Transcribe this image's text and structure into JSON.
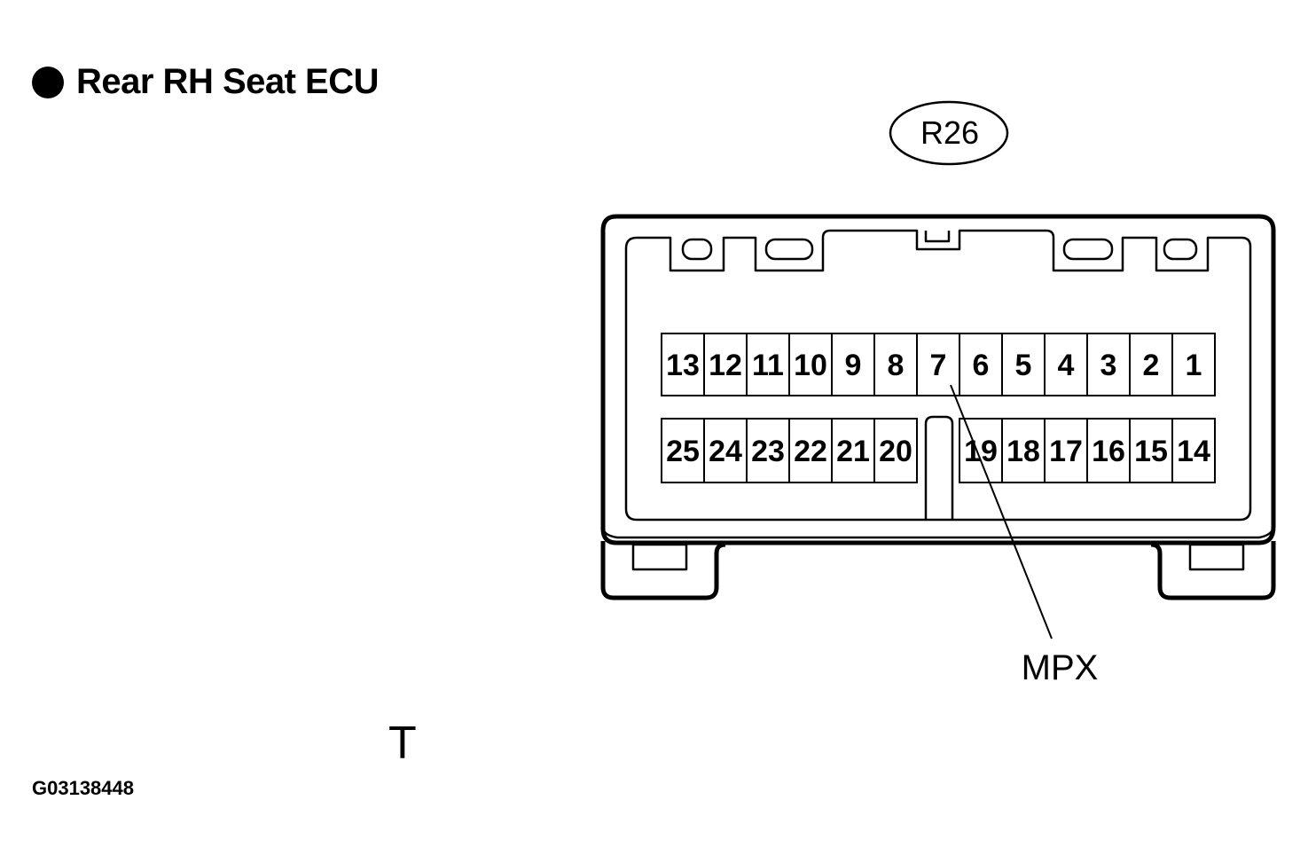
{
  "title": "Rear RH Seat ECU",
  "connector_code": "R26",
  "view_mark": "T",
  "figure_id": "G03138448",
  "callout_label": "MPX",
  "row_top_pins": [
    "13",
    "12",
    "11",
    "10",
    "9",
    "8",
    "7",
    "6",
    "5",
    "4",
    "3",
    "2",
    "1"
  ],
  "row_bottom_left_pins": [
    "25",
    "24",
    "23",
    "22",
    "21",
    "20"
  ],
  "row_bottom_right_pins": [
    "19",
    "18",
    "17",
    "16",
    "15",
    "14"
  ]
}
